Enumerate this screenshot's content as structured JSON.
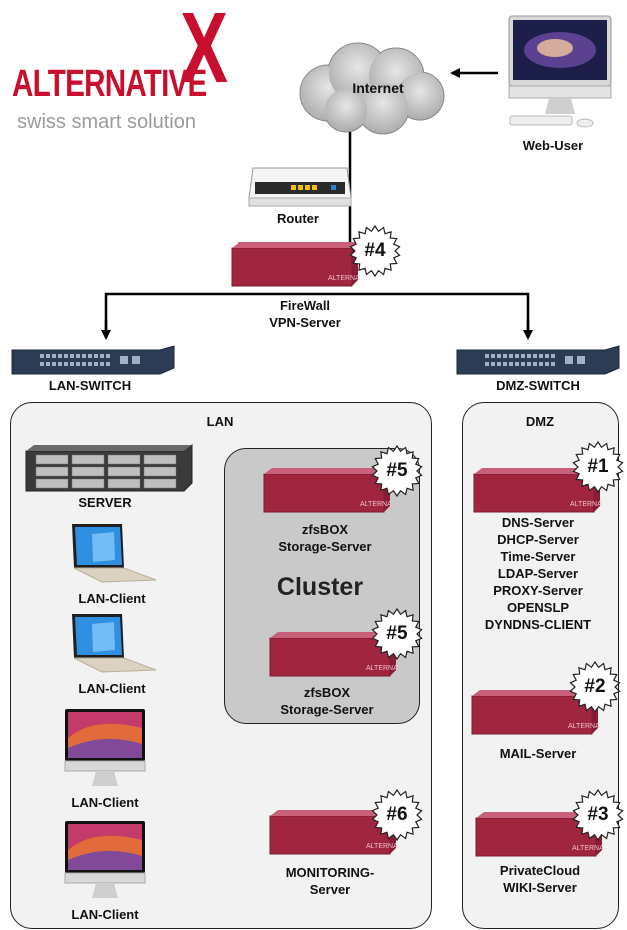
{
  "logo": {
    "word": "ALTERNATIVE",
    "letter": "X",
    "tagline": "swiss smart solution"
  },
  "nodes": {
    "internet": "Internet",
    "web_user": "Web-User",
    "router": "Router",
    "firewall": [
      "FireWall",
      "VPN-Server"
    ],
    "lan_switch": "LAN-SWITCH",
    "dmz_switch": "DMZ-SWITCH"
  },
  "lan": {
    "title": "LAN",
    "server": "SERVER",
    "clients": [
      "LAN-Client",
      "LAN-Client",
      "LAN-Client",
      "LAN-Client"
    ],
    "cluster_title": "Cluster",
    "storage": [
      [
        "zfsBOX",
        "Storage-Server"
      ],
      [
        "zfsBOX",
        "Storage-Server"
      ]
    ],
    "monitoring": [
      "MONITORING-",
      "Server"
    ]
  },
  "dmz": {
    "title": "DMZ",
    "services": [
      "DNS-Server",
      "DHCP-Server",
      "Time-Server",
      "LDAP-Server",
      "PROXY-Server",
      "OPENSLP",
      "DYNDNS-CLIENT"
    ],
    "mail": "MAIL-Server",
    "cloud": [
      "PrivateCloud",
      "WIKI-Server"
    ]
  },
  "badges": [
    "#4",
    "#5",
    "#5",
    "#6",
    "#1",
    "#2",
    "#3"
  ],
  "colors": {
    "brand_red": "#c8102e",
    "box_red": "#9e2238",
    "panel_bg": "#f2f2f2",
    "cluster_bg": "#c9c9c9"
  }
}
